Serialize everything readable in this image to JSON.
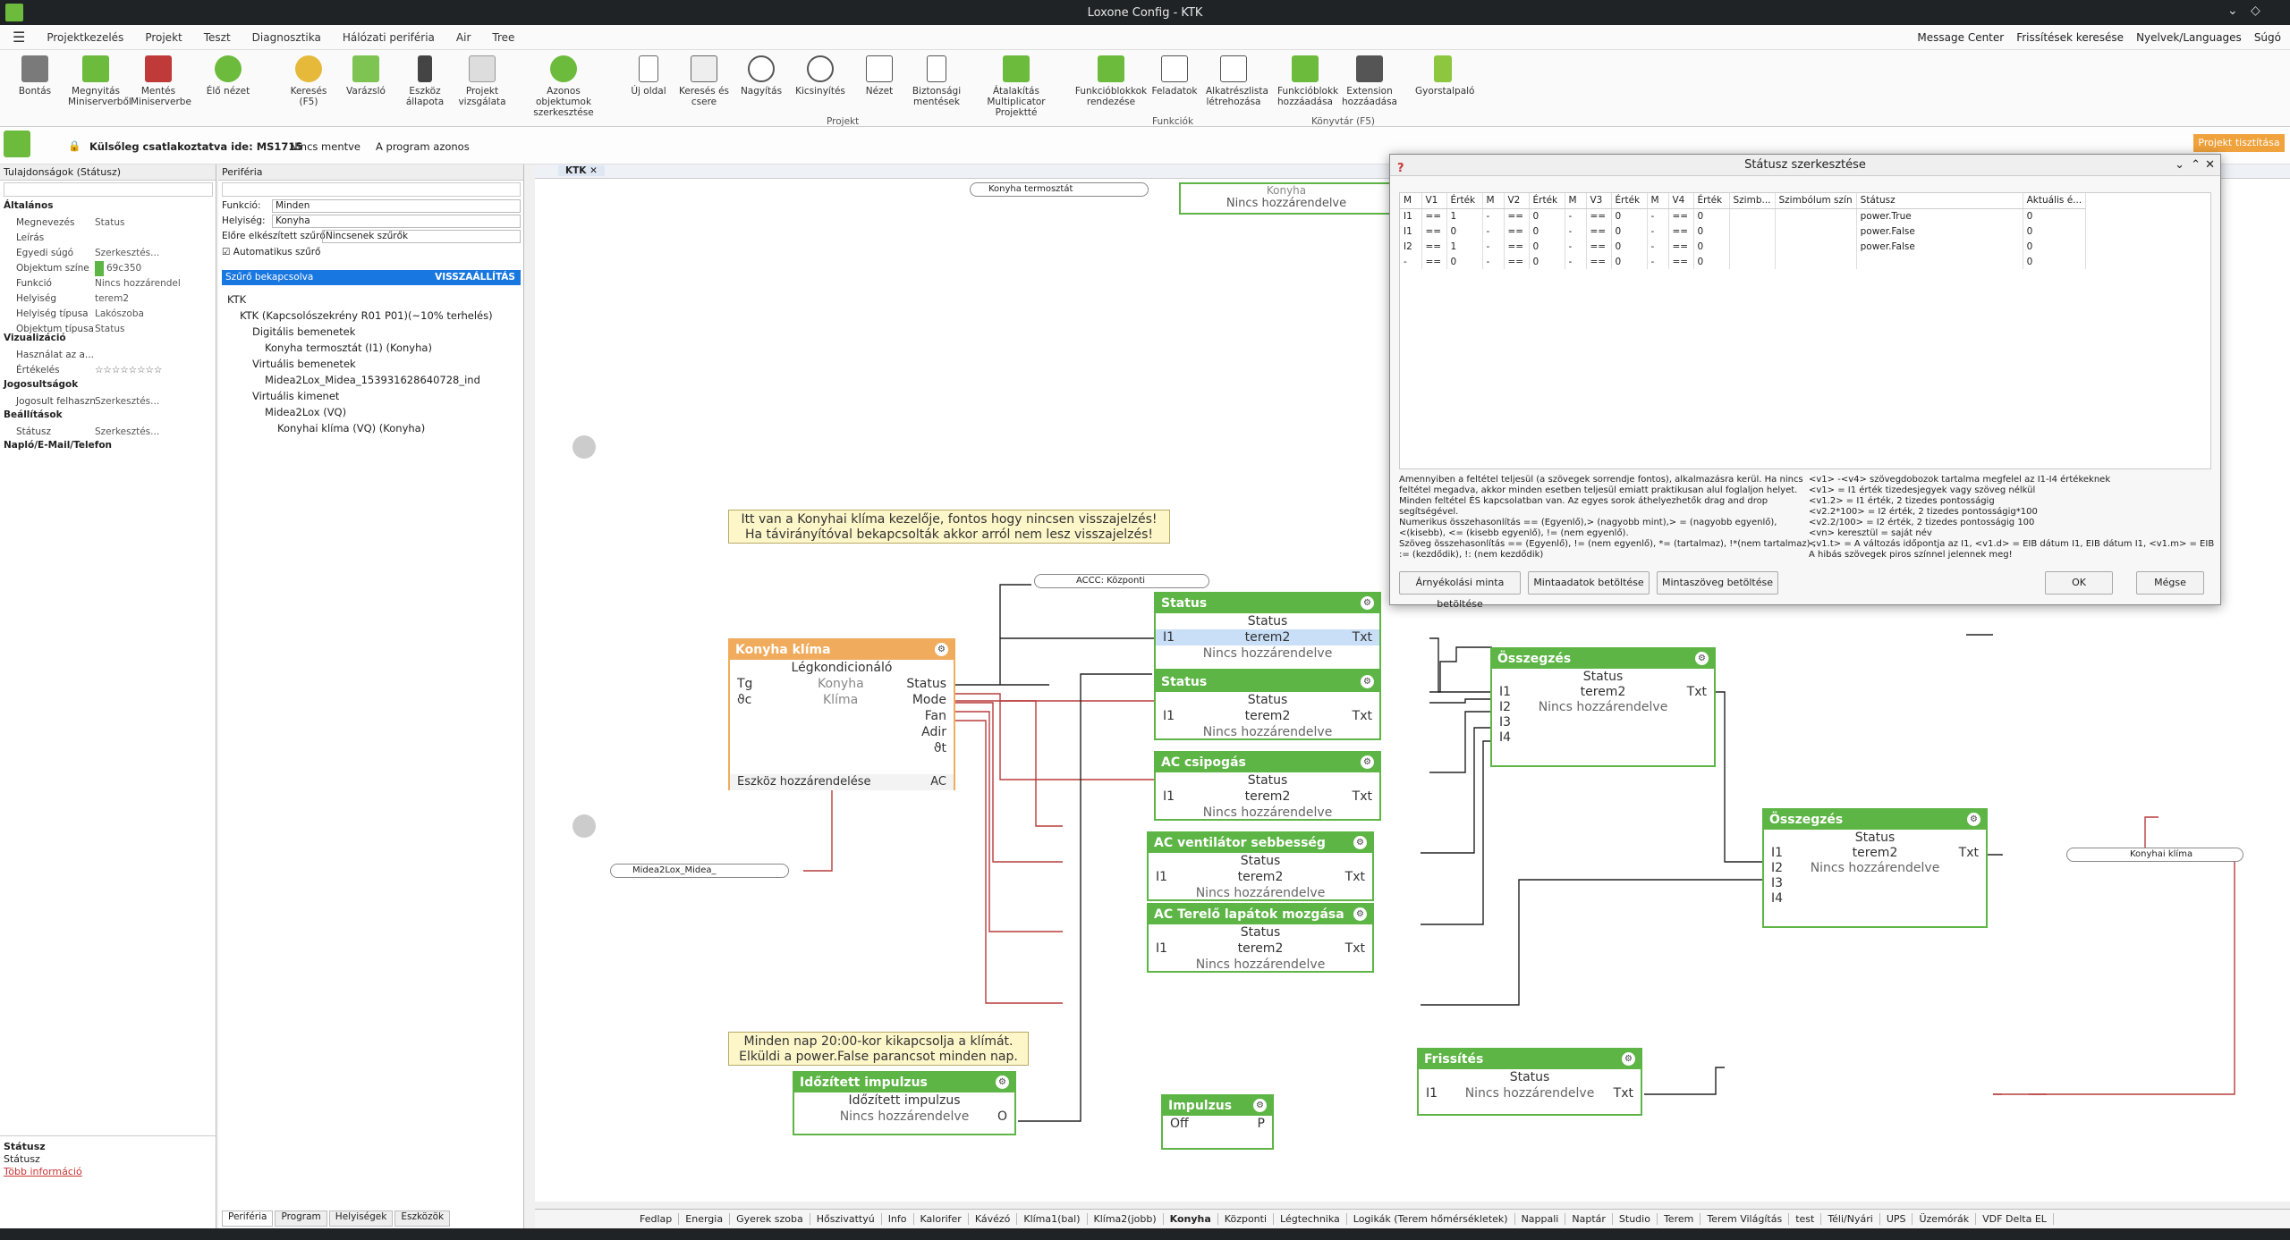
{
  "window": {
    "title": "Loxone Config - KTK"
  },
  "menu": [
    "Projektkezelés",
    "Projekt",
    "Teszt",
    "Diagnosztika",
    "Hálózati periféria",
    "Air",
    "Tree"
  ],
  "menu_right": [
    "Message Center",
    "Frissítések keresése",
    "Nyelvek/Languages",
    "Súgó"
  ],
  "ribbon": {
    "buttons": [
      "Bontás",
      "Megnyitás Miniserverből",
      "Mentés Miniserverbe",
      "Élő nézet",
      "Keresés (F5)",
      "Varázsló",
      "Eszköz állapota",
      "Projekt vizsgálata",
      "Azonos objektumok szerkesztése",
      "Új oldal",
      "Keresés és csere",
      "Nagyítás",
      "Kicsinyítés",
      "Nézet",
      "Biztonsági mentések",
      "Átalakítás Multiplicator Projektté",
      "Funkcióblokkok rendezése",
      "Feladatok",
      "Alkatrészlista létrehozása",
      "Funkcióblokk hozzáadása",
      "Extension hozzáadása",
      "Gyorstalpaló"
    ],
    "groups": [
      "Projekt",
      "Funkciók",
      "Könyvtár (F5)"
    ]
  },
  "statusline": {
    "connection": "Külsőleg csatlakoztatva ide: MS1715",
    "saved": "Nincs mentve",
    "program": "A program azonos",
    "cleanup": "Projekt tisztítása"
  },
  "properties": {
    "title": "Tulajdonságok (Státusz)",
    "sections": {
      "general": "Általános",
      "viz": "Vizualizáció",
      "perm": "Jogosultságok",
      "settings": "Beállítások",
      "log": "Napló/E-Mail/Telefon"
    },
    "rows": [
      {
        "k": "Megnevezés",
        "v": "Status"
      },
      {
        "k": "Leírás",
        "v": ""
      },
      {
        "k": "Egyedi súgó",
        "v": "Szerkesztés..."
      },
      {
        "k": "Objektum színe",
        "v": "69c350"
      },
      {
        "k": "Funkció",
        "v": "Nincs hozzárendel"
      },
      {
        "k": "Helyiség",
        "v": "terem2"
      },
      {
        "k": "Helyiség típusa",
        "v": "Lakószoba"
      },
      {
        "k": "Objektum típusa",
        "v": "Status"
      }
    ],
    "viz_rows": [
      {
        "k": "Használat az a...",
        "v": ""
      },
      {
        "k": "Értékelés",
        "v": "☆☆☆☆☆☆☆☆"
      }
    ],
    "perm_rows": [
      {
        "k": "Jogosult felhaszná...",
        "v": "Szerkesztés..."
      }
    ],
    "set_rows": [
      {
        "k": "Státusz",
        "v": "Szerkesztés..."
      }
    ],
    "footer_title": "Státusz",
    "footer_sub": "Státusz",
    "footer_link": "Több információ"
  },
  "periphery": {
    "title": "Periféria",
    "filters": [
      {
        "k": "Funkció:",
        "v": "Minden"
      },
      {
        "k": "Helyiség:",
        "v": "Konyha"
      },
      {
        "k": "Előre elkészített szűrő",
        "v": "Nincsenek szűrők"
      }
    ],
    "auto": "Automatikus szűrő",
    "banner": "Szűrő bekapcsolva",
    "reset": "VISSZAÁLLÍTÁS",
    "tree": [
      {
        "t": "KTK",
        "l": 0
      },
      {
        "t": "KTK (Kapcsolószekrény R01 P01)(~10% terhelés)",
        "l": 1
      },
      {
        "t": "Digitális bemenetek",
        "l": 2
      },
      {
        "t": "Konyha termosztát (I1) (Konyha)",
        "l": 3
      },
      {
        "t": "Virtuális bemenetek",
        "l": 2
      },
      {
        "t": "Midea2Lox_Midea_153931628640728_ind",
        "l": 3
      },
      {
        "t": "Virtuális kimenet",
        "l": 2
      },
      {
        "t": "Midea2Lox (VQ)",
        "l": 3
      },
      {
        "t": "Konyhai klíma (VQ) (Konyha)",
        "l": 4
      }
    ],
    "tabs": [
      "Periféria",
      "Program",
      "Helyiségek",
      "Eszközök"
    ]
  },
  "canvas": {
    "doc_tab": "KTK",
    "note1": "Itt van a Konyhai  klíma kezelője, fontos hogy nincsen visszajelzés!\nHa távirányítóval bekapcsolták akkor arról nem lesz visszajelzés!",
    "note2": "Minden nap 20:00-kor kikapcsolja a klímát.\nElküldi a power.False parancsot minden nap.",
    "termostat": "Konyha termosztát",
    "top_block_sub": "Konyha",
    "top_block_na": "Nincs hozzárendelve",
    "accc": "ACCC: Központi",
    "midea_in": "Midea2Lox_Midea_",
    "out_label": "Konyhai klíma",
    "klima": {
      "title": "Konyha klíma",
      "sub": "Légkondicionáló",
      "tg": "Tg",
      "tgv": "Konyha",
      "th": "ϑc",
      "thv": "Klíma",
      "outs": [
        "Status",
        "Mode",
        "Fan",
        "Adir",
        "ϑt"
      ],
      "dev": "Eszköz hozzárendelése",
      "ac": "AC"
    },
    "status1": {
      "title": "Status",
      "sub": "Status",
      "room": "terem2",
      "na": "Nincs hozzárendelve"
    },
    "status2": {
      "title": "Status",
      "sub": "Status",
      "room": "terem2",
      "na": "Nincs hozzárendelve"
    },
    "csip": {
      "title": "AC csipogás",
      "sub": "Status",
      "room": "terem2",
      "na": "Nincs hozzárendelve"
    },
    "vent": {
      "title": "AC ventilátor sebbesség",
      "sub": "Status",
      "room": "terem2",
      "na": "Nincs hozzárendelve"
    },
    "lap": {
      "title": "AC Terelő lapátok mozgása",
      "sub": "Status",
      "room": "terem2",
      "na": "Nincs hozzárendelve"
    },
    "sum1": {
      "title": "Összegzés",
      "sub": "Status",
      "room": "terem2",
      "na": "Nincs hozzárendelve"
    },
    "sum2": {
      "title": "Összegzés",
      "sub": "Status",
      "room": "terem2",
      "na": "Nincs hozzárendelve"
    },
    "idoz": {
      "title": "Időzített impulzus",
      "sub": "Időzített impulzus",
      "na": "Nincs hozzárendelve",
      "o": "O"
    },
    "imp": {
      "title": "Impulzus",
      "off": "Off",
      "p": "P"
    },
    "fris": {
      "title": "Frissítés",
      "sub": "Status",
      "na": "Nincs hozzárendelve",
      "txt": "Txt"
    }
  },
  "dialog": {
    "title": "Státusz szerkesztése",
    "headers": [
      "M",
      "V1",
      "Érték",
      "M",
      "V2",
      "Érték",
      "M",
      "V3",
      "Érték",
      "M",
      "V4",
      "Érték",
      "Szimb...",
      "Szimbólum szín",
      "Státusz",
      "Aktuális é..."
    ],
    "rows": [
      [
        "I1",
        "==",
        "1",
        "-",
        "==",
        "0",
        "-",
        "==",
        "0",
        "-",
        "==",
        "0",
        "",
        "",
        "power.True",
        "0"
      ],
      [
        "I1",
        "==",
        "0",
        "-",
        "==",
        "0",
        "-",
        "==",
        "0",
        "-",
        "==",
        "0",
        "",
        "",
        "power.False",
        "0"
      ],
      [
        "I2",
        "==",
        "1",
        "-",
        "==",
        "0",
        "-",
        "==",
        "0",
        "-",
        "==",
        "0",
        "",
        "",
        "power.False",
        "0"
      ],
      [
        "-",
        "==",
        "0",
        "-",
        "==",
        "0",
        "-",
        "==",
        "0",
        "-",
        "==",
        "0",
        "",
        "",
        "",
        "0"
      ]
    ],
    "help_left": "Amennyiben a feltétel teljesül (a szövegek sorrendje fontos), alkalmazásra kerül. Ha nincs feltétel megadva, akkor minden esetben teljesül emiatt praktikusan alul foglaljon helyet. Minden feltétel ÉS kapcsolatban van. Az egyes sorok áthelyezhetők drag and drop segítségével.\nNumerikus összehasonlítás == (Egyenlő),> (nagyobb mint),> = (nagyobb egyenlő), <(kisebb), <= (kisebb egyenlő), != (nem egyenlő).\nSzöveg összehasonlítás == (Egyenlő), != (nem egyenlő), *= (tartalmaz), !*(nem tartalmaz) , := (kezdődik), !: (nem kezdődik)",
    "help_right": "<v1> -<v4> szövegdobozok tartalma megfelel az I1-I4 értékeknek\n<v1> = I1 érték tizedesjegyek vagy szöveg nélkül\n<v1.2> = I1 érték, 2 tizedes pontosságig\n<v2.2*100> = I2 érték, 2 tizedes pontosságig*100\n<v2.2/100> = I2 érték, 2 tizedes pontosságig 100\n<vn> keresztül = saját név\n<v1.t> = A változás időpontja az I1, <v1.d> = EIB dátum I1, EIB dátum I1, <v1.m> = EIB\nA hibás szövegek piros színnel jelennek meg!",
    "btn_a": "Árnyékolási minta betöltése",
    "btn_b": "Mintaadatok betöltése",
    "btn_c": "Mintaszöveg betöltése",
    "ok": "OK",
    "cancel": "Mégse"
  },
  "bottom_tabs": [
    "Fedlap",
    "Energia",
    "Gyerek szoba",
    "Hőszivattyú",
    "Info",
    "Kalorifer",
    "Kávézó",
    "Klíma1(bal)",
    "Klíma2(jobb)",
    "Konyha",
    "Központi",
    "Légtechnika",
    "Logikák (Terem hőmérsékletek)",
    "Nappali",
    "Naptár",
    "Studio",
    "Terem",
    "Terem Világítás",
    "test",
    "Téli/Nyári",
    "UPS",
    "Üzemórák",
    "VDF Delta EL"
  ],
  "colors": {
    "green": "#5db545",
    "orange": "#f0ac5c",
    "red": "#b83c3c",
    "dark": "#1f2326"
  }
}
